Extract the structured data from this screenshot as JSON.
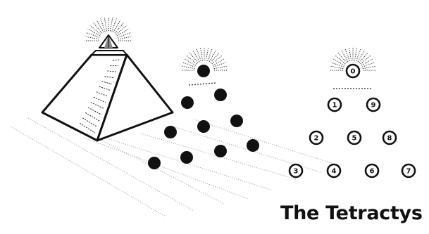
{
  "caption": "The Tetractys",
  "colors": {
    "ink": "#111111",
    "paper": "#ffffff",
    "hatch": "#777777"
  },
  "pyramid": {
    "icon": "all-seeing-eye-pyramid-icon",
    "rays": true
  },
  "dot_triangle": {
    "rows": [
      1,
      2,
      3,
      4
    ],
    "total": 10,
    "dot_style": "solid-black"
  },
  "number_triangle": {
    "rows": [
      [
        "0"
      ],
      [
        "1",
        "9"
      ],
      [
        "2",
        "5",
        "8"
      ],
      [
        "3",
        "4",
        "6",
        "7"
      ]
    ]
  }
}
